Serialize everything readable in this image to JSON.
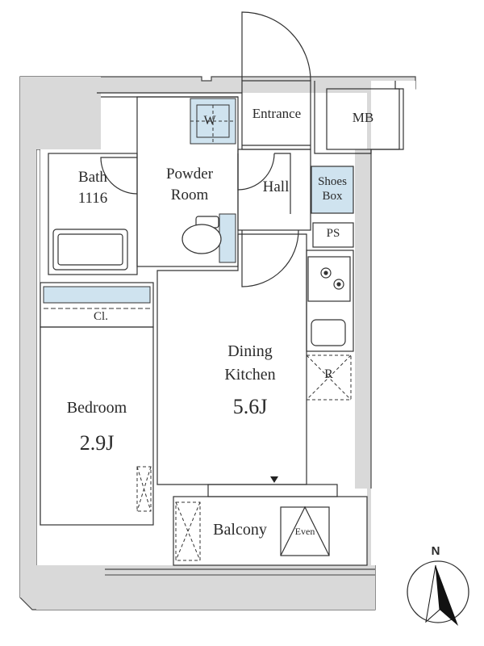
{
  "rooms": {
    "entrance": "Entrance",
    "mb": "MB",
    "washer": "W",
    "bath": "Bath",
    "bath_size": "1116",
    "powder_room_line1": "Powder",
    "powder_room_line2": "Room",
    "hall": "Hall",
    "shoes_box_line1": "Shoes",
    "shoes_box_line2": "Box",
    "ps": "PS",
    "closet": "Cl.",
    "dining_kitchen_line1": "Dining",
    "dining_kitchen_line2": "Kitchen",
    "dining_kitchen_size": "5.6J",
    "refrigerator": "R",
    "bedroom": "Bedroom",
    "bedroom_size": "2.9J",
    "balcony": "Balcony",
    "even": "Even"
  },
  "compass": {
    "north_label": "N"
  },
  "colors": {
    "wall": "#d9d9d9",
    "wall_edge": "#444444",
    "fixture_blue": "#cfe3ef",
    "line": "#333333"
  }
}
